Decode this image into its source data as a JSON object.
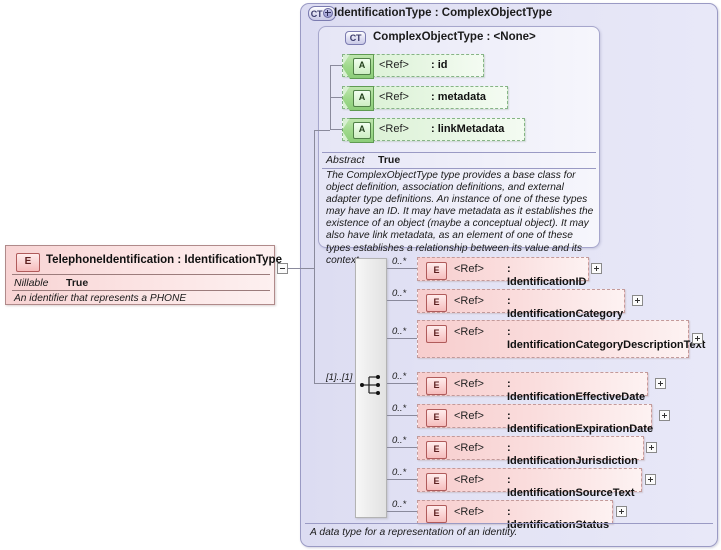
{
  "diagram": {
    "root": {
      "badge": "CT",
      "badge_icon": "complex-type-plus-icon",
      "title": "IdentificationType : ComplexObjectType",
      "bottom_documentation": "A data type for a representation of an identity."
    },
    "base_type": {
      "badge": "CT",
      "title": "ComplexObjectType : <None>",
      "abstract_label": "Abstract",
      "abstract_value": "True",
      "documentation": "The ComplexObjectType type provides a base class for object definition, association definitions, and external adapter type definitions. An instance of one of these types may have an ID. It may have metadata as it establishes the existence of an object (maybe a conceptual object). It may also have link metadata, as an element of one of these types establishes a relationship between its value and its context.",
      "attributes": [
        {
          "badge": "A",
          "ref": "<Ref>",
          "name": ": id"
        },
        {
          "badge": "A",
          "ref": "<Ref>",
          "name": ": metadata"
        },
        {
          "badge": "A",
          "ref": "<Ref>",
          "name": ": linkMetadata"
        }
      ]
    },
    "sequence": {
      "cardinality": "[1]..[1]",
      "icon": "sequence-compositor-icon"
    },
    "elements": [
      {
        "badge": "E",
        "ref": "<Ref>",
        "name": ": IdentificationID",
        "cardinality": "0..*",
        "toggle": "plus"
      },
      {
        "badge": "E",
        "ref": "<Ref>",
        "name": ": IdentificationCategory",
        "cardinality": "0..*",
        "toggle": "plus"
      },
      {
        "badge": "E",
        "ref": "<Ref>",
        "name": ": IdentificationCategoryDescriptionText",
        "cardinality": "0..*",
        "toggle": "plus"
      },
      {
        "badge": "E",
        "ref": "<Ref>",
        "name": ": IdentificationEffectiveDate",
        "cardinality": "0..*",
        "toggle": "plus"
      },
      {
        "badge": "E",
        "ref": "<Ref>",
        "name": ": IdentificationExpirationDate",
        "cardinality": "0..*",
        "toggle": "plus"
      },
      {
        "badge": "E",
        "ref": "<Ref>",
        "name": ": IdentificationJurisdiction",
        "cardinality": "0..*",
        "toggle": "plus"
      },
      {
        "badge": "E",
        "ref": "<Ref>",
        "name": ": IdentificationSourceText",
        "cardinality": "0..*",
        "toggle": "plus"
      },
      {
        "badge": "E",
        "ref": "<Ref>",
        "name": ": IdentificationStatus",
        "cardinality": "0..*",
        "toggle": "plus"
      }
    ],
    "source_element": {
      "badge": "E",
      "title": "TelephoneIdentification : IdentificationType",
      "nillable_label": "Nillable",
      "nillable_value": "True",
      "documentation": "An identifier that represents a PHONE",
      "toggle": "minus"
    },
    "colors": {
      "container_border": "#9a9ac4",
      "container_fill": "#e2e2f4",
      "element_fill": "#f7cdcd",
      "element_border": "#c39a9a",
      "attribute_fill": "#d8f0d2",
      "attribute_border": "#86b486",
      "connector": "#8a8a9c"
    }
  }
}
